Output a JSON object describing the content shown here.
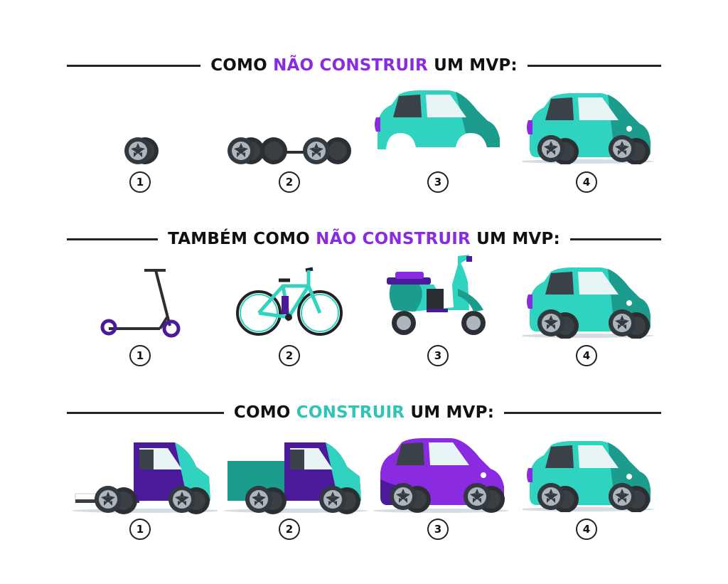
{
  "colors": {
    "teal": "#2fd3bf",
    "teal_dark": "#1c9c8c",
    "purple": "#8a2be2",
    "purple_deep": "#4a1a9a",
    "heading_highlight_purple": "#8a2be2",
    "heading_highlight_teal": "#2ec4b6",
    "wheel_gray": "#9aa2a8",
    "dark": "#222222"
  },
  "sections": [
    {
      "title_prefix": "COMO ",
      "title_highlight": "NÃO CONSTRUIR",
      "title_suffix": " UM MVP:",
      "highlight_color": "purple",
      "items": [
        {
          "number": "1",
          "icon": "single-wheel-icon"
        },
        {
          "number": "2",
          "icon": "axle-wheels-icon"
        },
        {
          "number": "3",
          "icon": "car-body-icon"
        },
        {
          "number": "4",
          "icon": "teal-car-icon"
        }
      ]
    },
    {
      "title_prefix": "TAMBÉM COMO ",
      "title_highlight": "NÃO CONSTRUIR",
      "title_suffix": " UM MVP:",
      "highlight_color": "purple",
      "items": [
        {
          "number": "1",
          "icon": "kick-scooter-icon"
        },
        {
          "number": "2",
          "icon": "bicycle-icon"
        },
        {
          "number": "3",
          "icon": "motor-scooter-icon"
        },
        {
          "number": "4",
          "icon": "teal-car-icon"
        }
      ]
    },
    {
      "title_prefix": "COMO ",
      "title_highlight": "CONSTRUIR",
      "title_suffix": " UM MVP:",
      "highlight_color": "teal",
      "items": [
        {
          "number": "1",
          "icon": "cab-chassis-icon"
        },
        {
          "number": "2",
          "icon": "pickup-truck-icon"
        },
        {
          "number": "3",
          "icon": "purple-car-icon"
        },
        {
          "number": "4",
          "icon": "teal-car-icon"
        }
      ]
    }
  ]
}
